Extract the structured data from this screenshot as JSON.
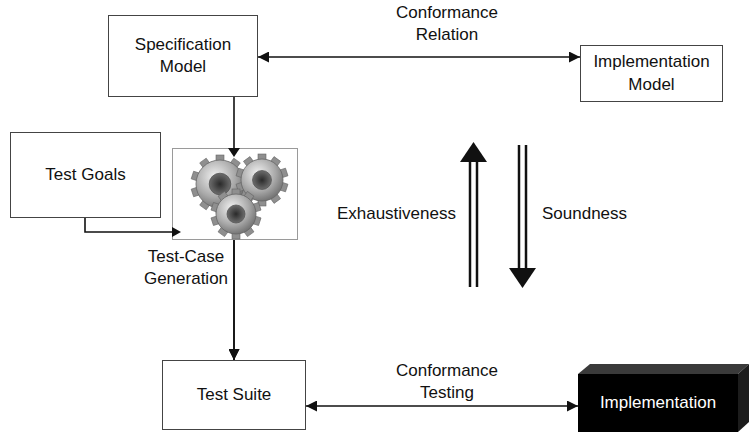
{
  "diagram": {
    "nodes": [
      {
        "text": [
          "Specification Model"
        ]
      },
      {
        "text": [
          "Implementation Model"
        ]
      },
      {
        "text": [
          "Test Goals"
        ]
      },
      {
        "text": [
          "Test Suite"
        ]
      },
      {
        "text": [
          "Implementation"
        ]
      }
    ],
    "edges": [
      {
        "from": 0,
        "to": 1,
        "label": "Conformance Relation",
        "arrow": "both"
      },
      {
        "from": 0,
        "to": 3,
        "label": "Test-Case Generation",
        "arrow": "to"
      },
      {
        "from": 2,
        "to": 3,
        "arrow": "to"
      },
      {
        "from": 3,
        "to": 4,
        "label": "Conformance Testing",
        "arrow": "both"
      }
    ],
    "labels": [
      "Exhaustiveness",
      "Soundness"
    ]
  }
}
